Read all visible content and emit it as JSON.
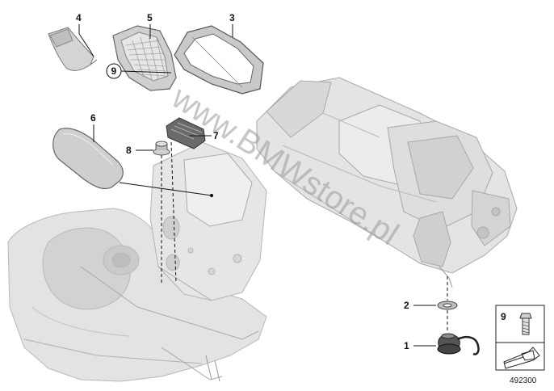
{
  "callouts": {
    "c1": "1",
    "c2": "2",
    "c3": "3",
    "c4": "4",
    "c5": "5",
    "c6": "6",
    "c7": "7",
    "c8": "8",
    "c9": "9",
    "legend_c9": "9"
  },
  "watermark": "www.BMWstore.pl",
  "doc_number": "492300"
}
